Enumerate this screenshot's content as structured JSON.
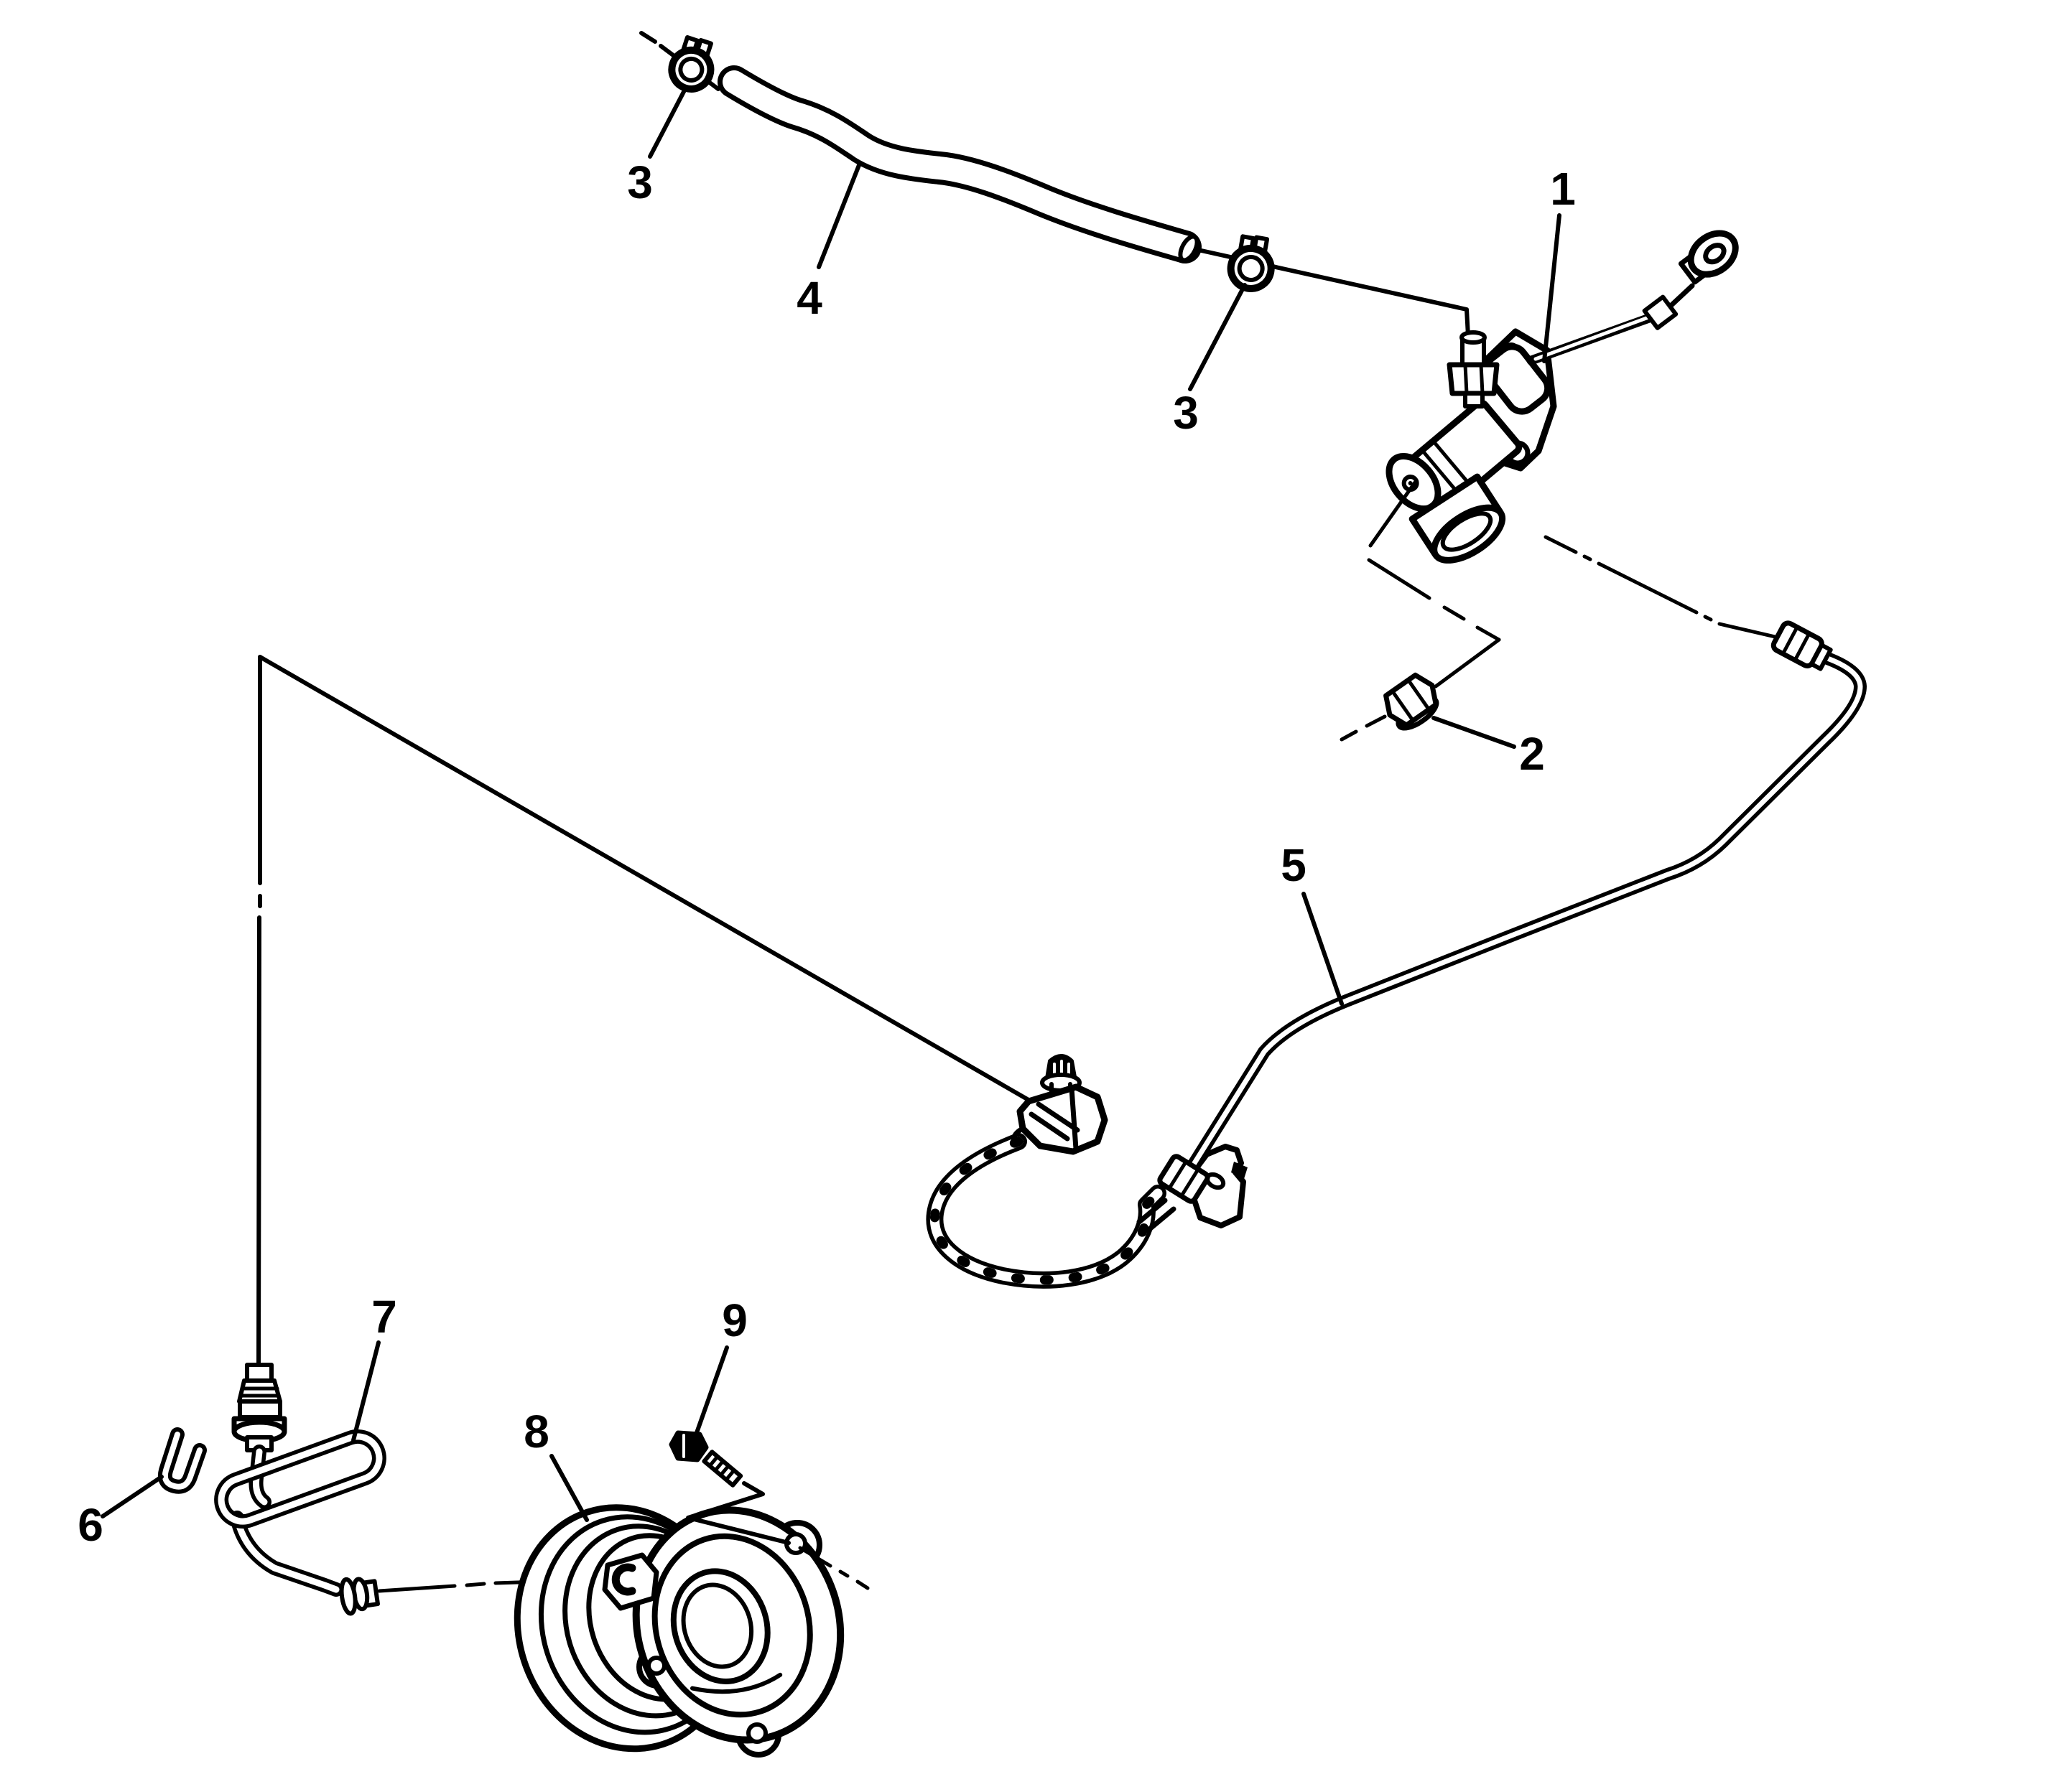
{
  "figure": {
    "description_visible_text_only": true,
    "palette": {
      "ink": "#000000",
      "background": "#ffffff"
    }
  },
  "callouts": {
    "c1": "1",
    "c2": "2",
    "c3a": "3",
    "c3b": "3",
    "c4": "4",
    "c5": "5",
    "c6": "6",
    "c7": "7",
    "c8": "8",
    "c9": "9"
  }
}
